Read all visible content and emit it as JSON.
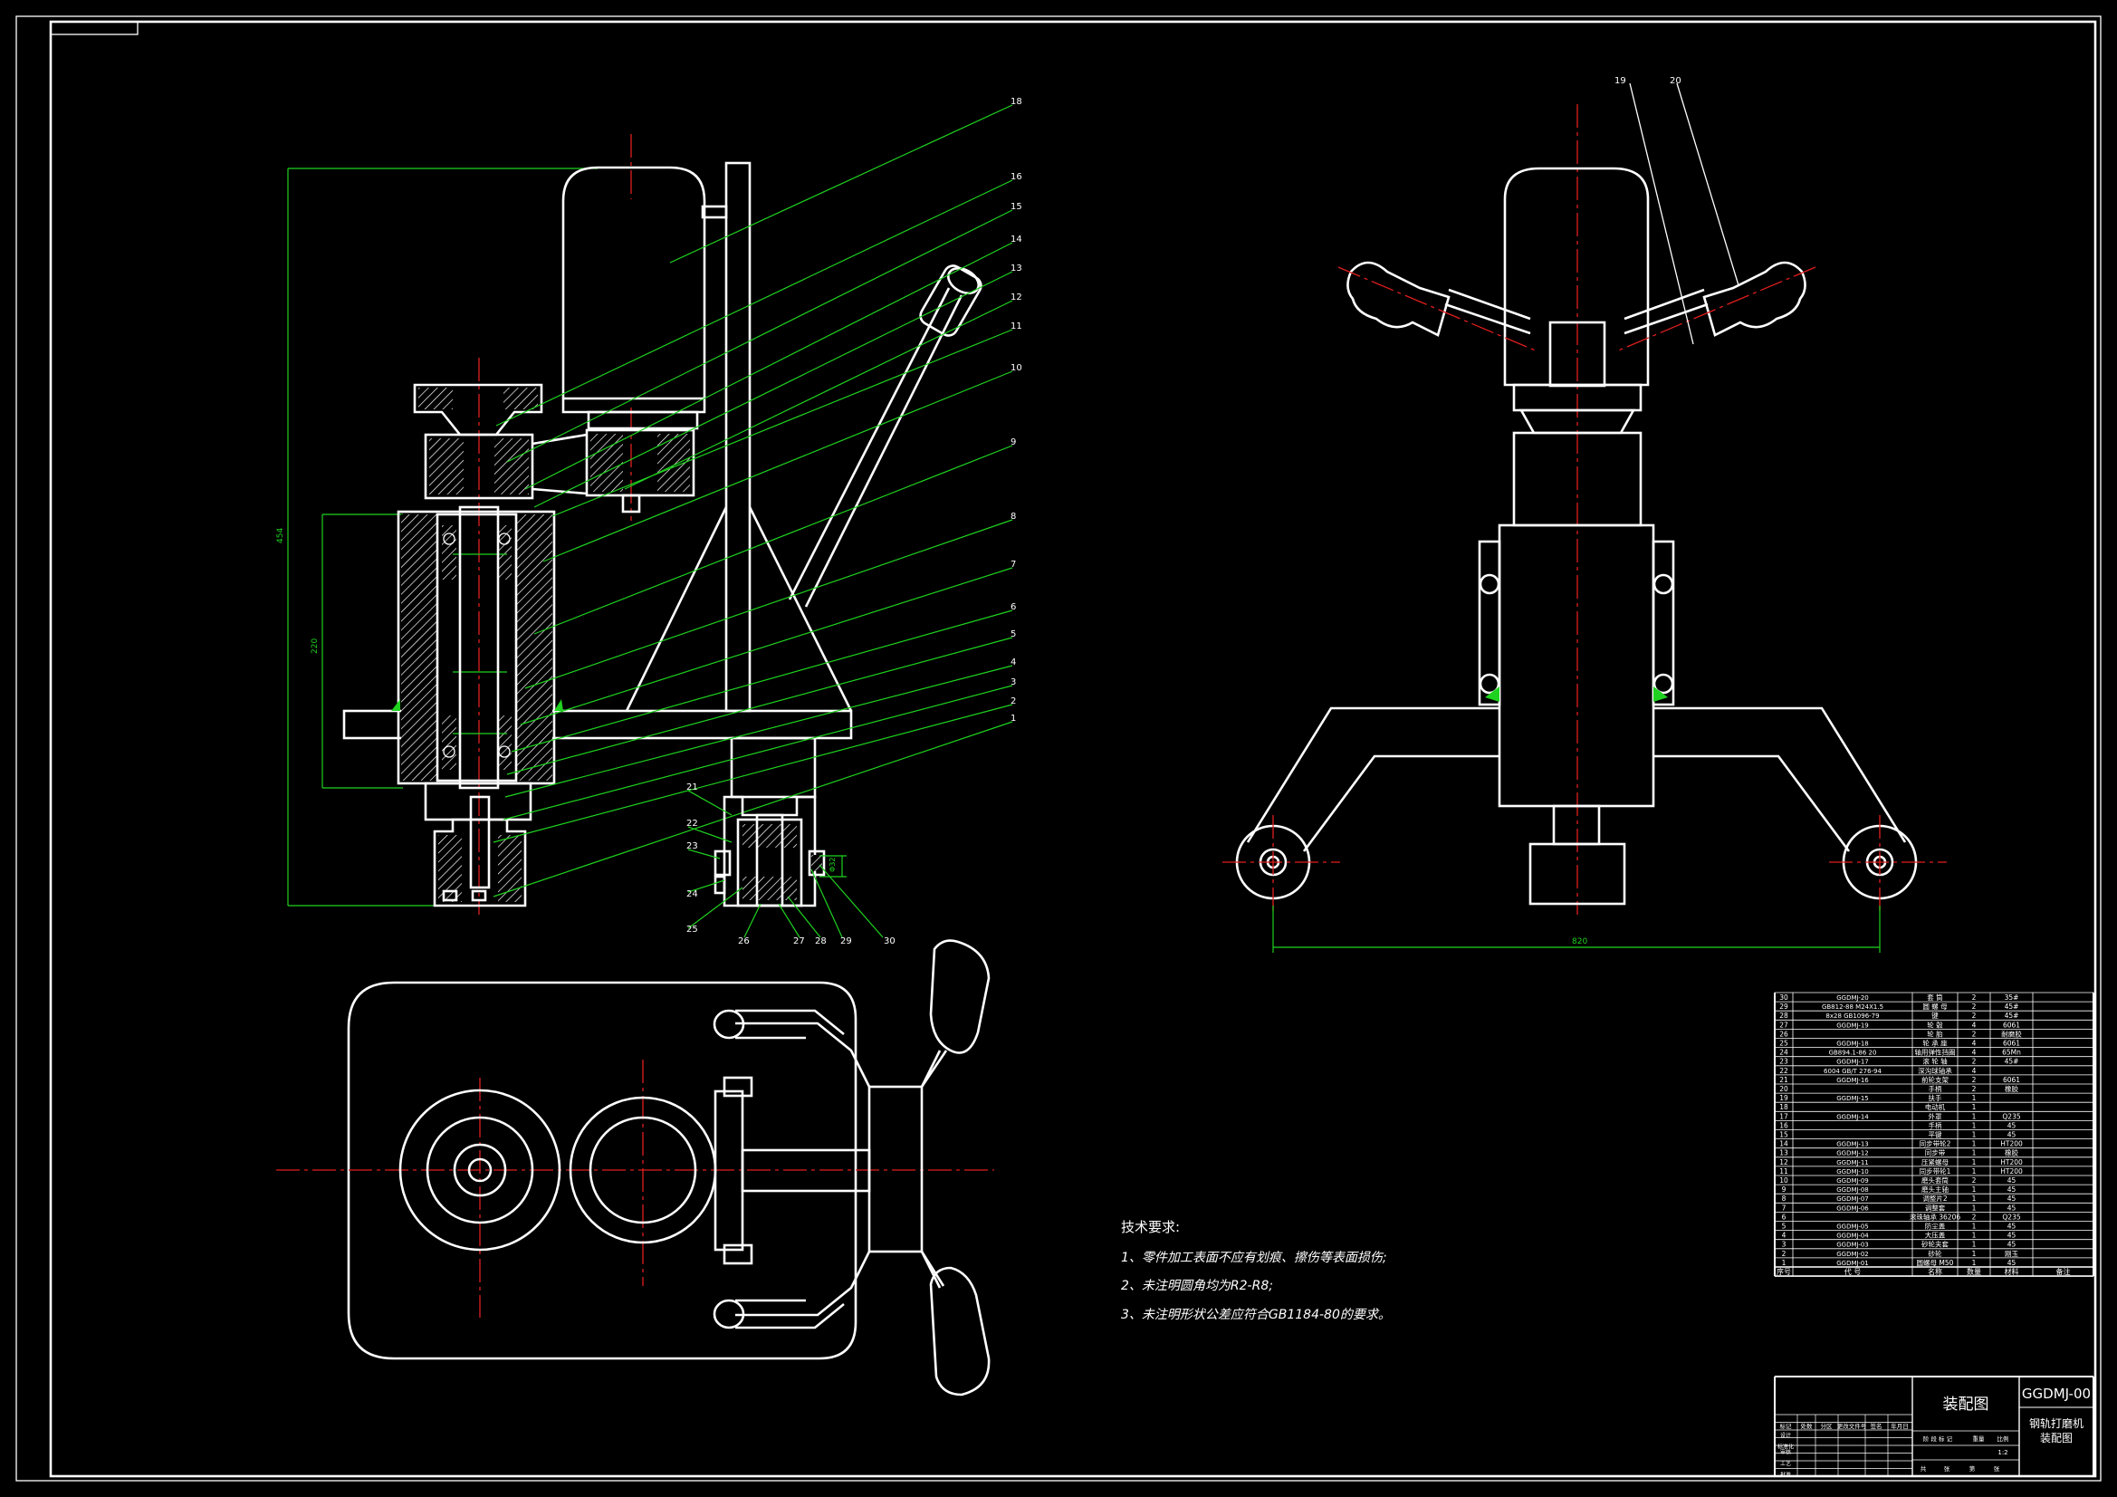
{
  "notes": {
    "title": "技术要求:",
    "items": [
      "1、零件加工表面不应有划痕、擦伤等表面损伤;",
      "2、未注明圆角均为R2-R8;",
      "3、未注明形状公差应符合GB1184-80的要求。"
    ]
  },
  "side_leaders": [
    "18",
    "16",
    "15",
    "14",
    "13",
    "12",
    "11",
    "10",
    "9",
    "8",
    "7",
    "6",
    "5",
    "4",
    "3",
    "2",
    "1"
  ],
  "detail_leaders": [
    "21",
    "22",
    "23",
    "24",
    "25",
    "26",
    "27",
    "28",
    "29",
    "30"
  ],
  "top_leaders": [
    "19",
    "20"
  ],
  "bom": [
    [
      "30",
      "GGDMJ-20",
      "套 筒",
      "2",
      "35#",
      ""
    ],
    [
      "29",
      "GB812-88 M24X1.5",
      "圆 螺 母",
      "2",
      "45#",
      ""
    ],
    [
      "28",
      "8x28 GB1096-79",
      "键",
      "2",
      "45#",
      ""
    ],
    [
      "27",
      "GGDMJ-19",
      "轮 毂",
      "4",
      "6061",
      ""
    ],
    [
      "26",
      "",
      "轮 胎",
      "2",
      "耐磨胶",
      ""
    ],
    [
      "25",
      "GGDMJ-18",
      "轮 承 座",
      "4",
      "6061",
      ""
    ],
    [
      "24",
      "GB894.1-86 20",
      "轴用弹性挡圈",
      "4",
      "65Mn",
      ""
    ],
    [
      "23",
      "GGDMJ-17",
      "滚 轮 轴",
      "2",
      "45#",
      ""
    ],
    [
      "22",
      "6004 GB/T 276-94",
      "深沟球轴承",
      "4",
      "",
      ""
    ],
    [
      "21",
      "GGDMJ-16",
      "前轮支架",
      "2",
      "6061",
      ""
    ],
    [
      "20",
      "",
      "手柄",
      "2",
      "橡胶",
      ""
    ],
    [
      "19",
      "GGDMJ-15",
      "扶手",
      "1",
      "",
      ""
    ],
    [
      "18",
      "",
      "电动机",
      "1",
      "",
      ""
    ],
    [
      "17",
      "GGDMJ-14",
      "外罩",
      "1",
      "Q235",
      ""
    ],
    [
      "16",
      "",
      "手柄",
      "1",
      "45",
      ""
    ],
    [
      "15",
      "",
      "平键",
      "1",
      "45",
      ""
    ],
    [
      "14",
      "GGDMJ-13",
      "同步带轮2",
      "1",
      "HT200",
      ""
    ],
    [
      "13",
      "GGDMJ-12",
      "同步带",
      "1",
      "橡胶",
      ""
    ],
    [
      "12",
      "GGDMJ-11",
      "压紧螺母",
      "1",
      "HT200",
      ""
    ],
    [
      "11",
      "GGDMJ-10",
      "同步带轮1",
      "1",
      "HT200",
      ""
    ],
    [
      "10",
      "GGDMJ-09",
      "磨头套筒",
      "2",
      "45",
      ""
    ],
    [
      "9",
      "GGDMJ-08",
      "磨头主轴",
      "1",
      "45",
      ""
    ],
    [
      "8",
      "GGDMJ-07",
      "调整片2",
      "1",
      "45",
      ""
    ],
    [
      "7",
      "GGDMJ-06",
      "调整套",
      "1",
      "45",
      ""
    ],
    [
      "6",
      "",
      "滚珠轴承 36206",
      "2",
      "Q235",
      ""
    ],
    [
      "5",
      "GGDMJ-05",
      "防尘盖",
      "1",
      "45",
      ""
    ],
    [
      "4",
      "GGDMJ-04",
      "大压盖",
      "1",
      "45",
      ""
    ],
    [
      "3",
      "GGDMJ-03",
      "砂轮夹套",
      "1",
      "45",
      ""
    ],
    [
      "2",
      "GGDMJ-02",
      "砂轮",
      "1",
      "刚玉",
      ""
    ],
    [
      "1",
      "GGDMJ-01",
      "圆螺母 M50",
      "1",
      "45",
      ""
    ]
  ],
  "bom_header": {
    "no": "序号",
    "code": "代 号",
    "name": "名称",
    "qty": "数量",
    "mat": "材料",
    "note": "备注"
  },
  "title_block": {
    "drawing_no": "GGDMJ-00",
    "drawing_type": "装配图",
    "product": "钢轨打磨机",
    "product_sub": "装配图",
    "rev_row": [
      "标记",
      "处数",
      "分区",
      "更改文件号",
      "签名",
      "年月日"
    ],
    "roles": [
      "设计",
      "",
      "标准化",
      "审核",
      "",
      "工艺",
      "",
      "批准"
    ],
    "stage_row": [
      "阶 段 标 记",
      "重量",
      "比例"
    ],
    "scale": "1:2",
    "sheet_row": [
      "共",
      "张",
      "第",
      "张"
    ]
  }
}
